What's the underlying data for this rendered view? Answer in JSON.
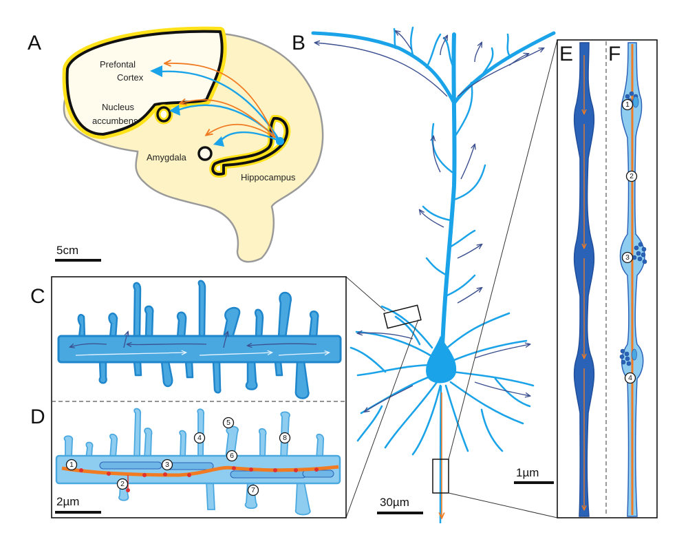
{
  "panels": {
    "a": "A",
    "b": "B",
    "c": "C",
    "d": "D",
    "e": "E",
    "f": "F"
  },
  "brain": {
    "prefrontal_line1": "Prefontal",
    "prefrontal_line2": "Cortex",
    "nucleus_line1": "Nucleus",
    "nucleus_line2": "accumbens",
    "amygdala": "Amygdala",
    "hippocampus": "Hippocampus"
  },
  "scale_bars": {
    "brain": "5cm",
    "neuron": "30µm",
    "dendrite": "2µm",
    "axon": "1µm"
  },
  "markers": {
    "d": [
      "1",
      "2",
      "3",
      "4",
      "5",
      "6",
      "7",
      "8"
    ],
    "f": [
      "1",
      "2",
      "3",
      "4"
    ]
  },
  "colors": {
    "neuron_blue": "#1aa3e8",
    "dendrite_fill": "#4aa8e0",
    "dendrite_light": "#8fcdf0",
    "axon_dark": "#2a62b8",
    "orange": "#f07b22",
    "red": "#e03030",
    "brain_fill": "#fdf3c4",
    "yellow_glow": "#ffe21a",
    "arrow_navy": "#3b4f8f"
  }
}
